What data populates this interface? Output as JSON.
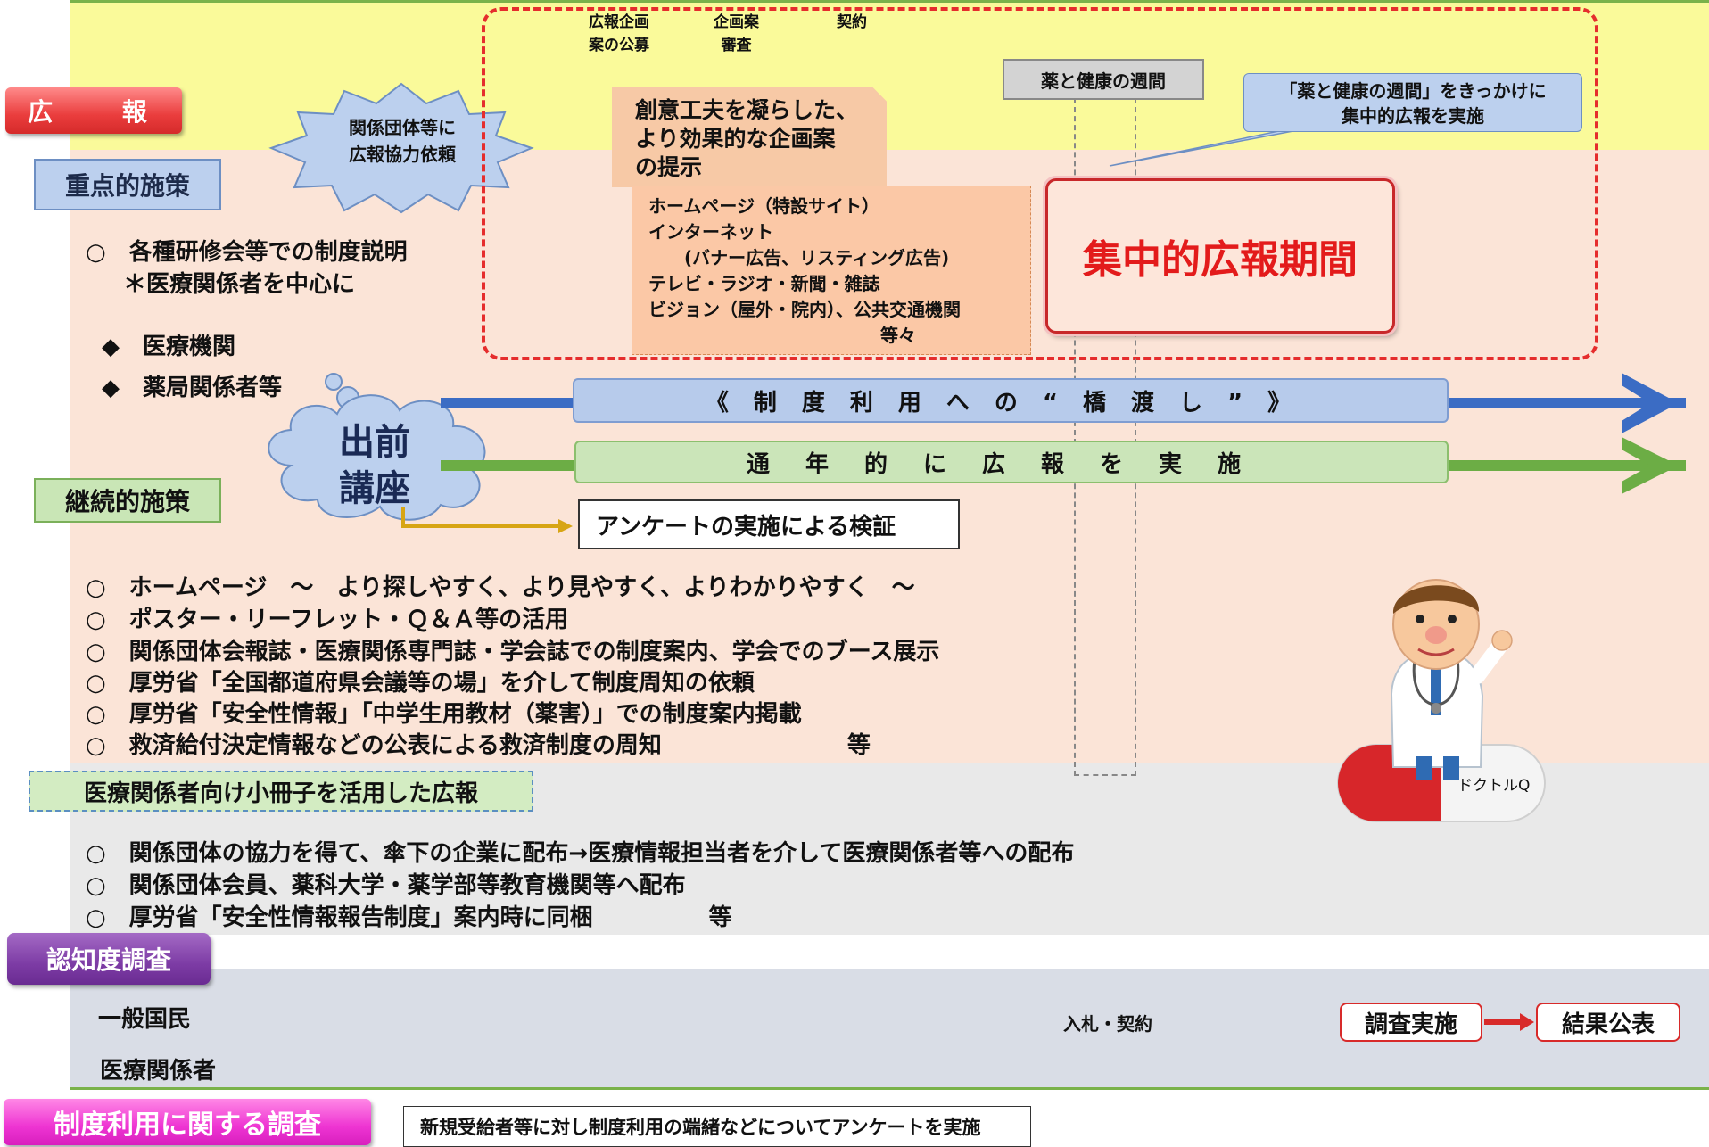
{
  "sections": {
    "pr": "広 報",
    "focus_measures": "重点的施策",
    "continuous_measures": "継続的施策",
    "booklet_pr": "医療関係者向け小冊子を活用した広報",
    "awareness_survey": "認知度調査",
    "usage_survey": "制度利用に関する調査"
  },
  "focus_items": {
    "training": "○　各種研修会等での制度説明",
    "training_sub": "＊医療関係者を中心に",
    "medical": "◆　医療機関",
    "pharmacy": "◆　薬局関係者等"
  },
  "cloud_request": [
    "関係団体等に",
    "広報協力依頼"
  ],
  "delivery_lecture": [
    "出前",
    "講座"
  ],
  "timeline_labels": {
    "public_call": [
      "広報企画",
      "案の公募"
    ],
    "review": [
      "企画案",
      "審査"
    ],
    "contract": [
      "契約"
    ]
  },
  "proposal_box": [
    "創意工夫を凝らした、",
    "より効果的な企画案",
    "の提示"
  ],
  "media_box": [
    "ホームページ（特設サイト）",
    "インターネット",
    "　　(バナー広告、リスティング広告)",
    "テレビ・ラジオ・新聞・雑誌",
    "ビジョン（屋外・院内）、公共交通機関",
    "　　　　　　　　　　　　　等々"
  ],
  "week": "薬と健康の週間",
  "week_note": [
    "「薬と健康の週間」をきっかけに",
    "集中的広報を実施"
  ],
  "focus_period": "集中的広報期間",
  "bars": {
    "bridge": "《制度利用への“橋渡し”》",
    "yearly": "通年的に広報を実施"
  },
  "verify": "アンケートの実施による検証",
  "continuous_items": [
    "○　ホームページ　～　より探しやすく、より見やすく、よりわかりやすく　～",
    "○　ポスター・リーフレット・Ｑ＆Ａ等の活用",
    "○　関係団体会報誌・医療関係専門誌・学会誌での制度案内、学会でのブース展示",
    "○　厚労省「全国都道府県会議等の場」を介して制度周知の依頼",
    "○　厚労省「安全性情報」「中学生用教材（薬害）」での制度案内掲載",
    "○　救済給付決定情報などの公表による救済制度の周知　　　　　　　　等"
  ],
  "mascot_name": "ドクトルQ",
  "booklet_items": [
    "○　関係団体の協力を得て、傘下の企業に配布→医療情報担当者を介して医療関係者等への配布",
    "○　関係団体会員、薬科大学・薬学部等教育機関等へ配布",
    "○　厚労省「安全性情報報告制度」案内時に同梱　　　　　等"
  ],
  "survey": {
    "public": "一般国民",
    "medical": "医療関係者",
    "bid": "入札・契約",
    "conduct": "調査実施",
    "publish": "結果公表"
  },
  "usage_note": "新規受給者等に対し制度利用の端緒などについてアンケートを実施",
  "colors": {
    "bridge_arrow": "#3b6cc4",
    "yearly_arrow": "#6cad45",
    "focus_red": "#e31b1b"
  }
}
